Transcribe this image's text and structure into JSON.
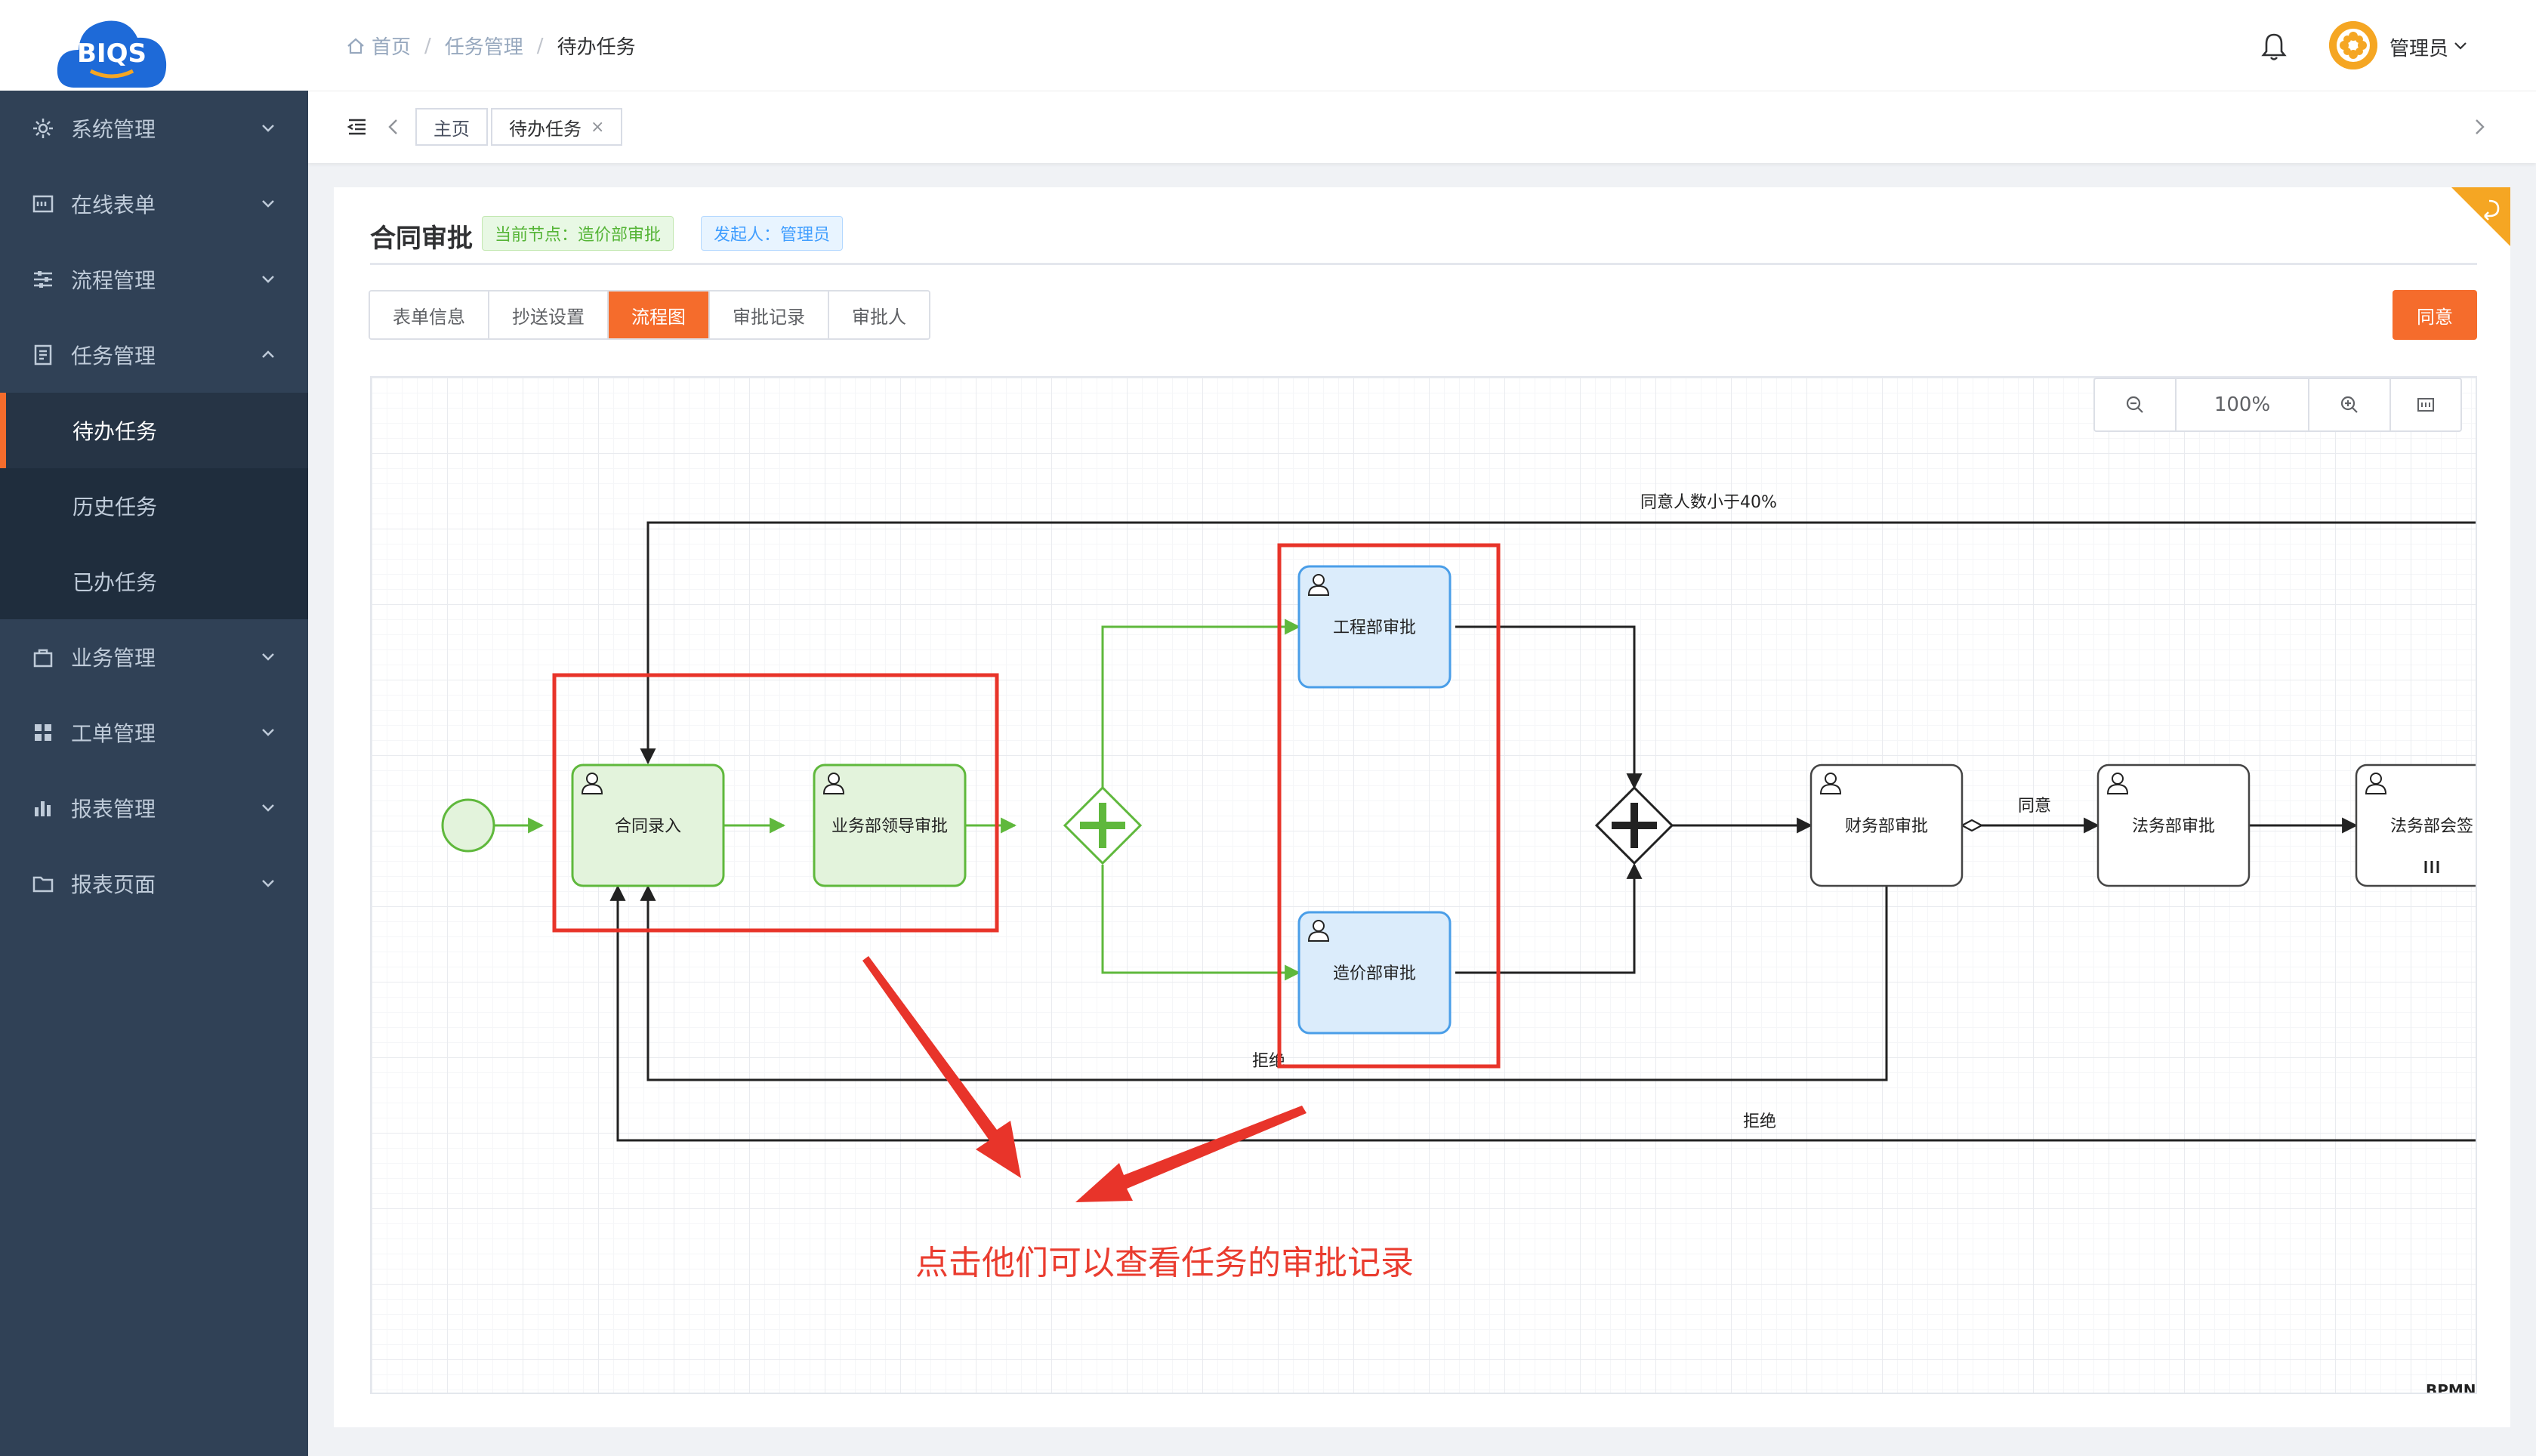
{
  "sidebar": {
    "logo_text": "BIQS",
    "items": [
      {
        "label": "系统管理",
        "icon": "gear-icon"
      },
      {
        "label": "在线表单",
        "icon": "form-icon"
      },
      {
        "label": "流程管理",
        "icon": "sliders-icon"
      },
      {
        "label": "任务管理",
        "icon": "document-icon"
      },
      {
        "label": "业务管理",
        "icon": "bag-icon"
      },
      {
        "label": "工单管理",
        "icon": "grid-icon"
      },
      {
        "label": "报表管理",
        "icon": "bar-chart-icon"
      },
      {
        "label": "报表页面",
        "icon": "folder-icon"
      }
    ],
    "task_submenu": [
      {
        "label": "待办任务"
      },
      {
        "label": "历史任务"
      },
      {
        "label": "已办任务"
      }
    ]
  },
  "header": {
    "breadcrumb": [
      "首页",
      "任务管理",
      "待办任务"
    ],
    "user_name": "管理员"
  },
  "tagsbar": {
    "tags": [
      {
        "label": "主页"
      },
      {
        "label": "待办任务",
        "close": "×"
      }
    ]
  },
  "card": {
    "title": "合同审批",
    "current_node": "当前节点：造价部审批",
    "initiator": "发起人：管理员",
    "tabs": [
      "表单信息",
      "抄送设置",
      "流程图",
      "审批记录",
      "审批人"
    ],
    "active_tab": "流程图",
    "agree_label": "同意"
  },
  "zoom": {
    "level": "100%"
  },
  "diagram": {
    "tasks": {
      "contract_entry": "合同录入",
      "business_leader": "业务部领导审批",
      "engineering": "工程部审批",
      "cost": "造价部审批",
      "finance": "财务部审批",
      "legal": "法务部审批",
      "legal_meeting": "法务部会签"
    },
    "flows": {
      "agree_lt_40": "同意人数小于40%",
      "agree": "同意",
      "reject_1": "拒绝",
      "reject_2": "拒绝"
    },
    "watermark": "BPMN.io",
    "colors": {
      "completed_fill": "#e3f3dc",
      "completed_stroke": "#5fb83c",
      "active_fill": "#dbecfb",
      "active_stroke": "#4a9ee8",
      "highlight": "#e8342a"
    }
  },
  "annotation": "点击他们可以查看任务的审批记录"
}
